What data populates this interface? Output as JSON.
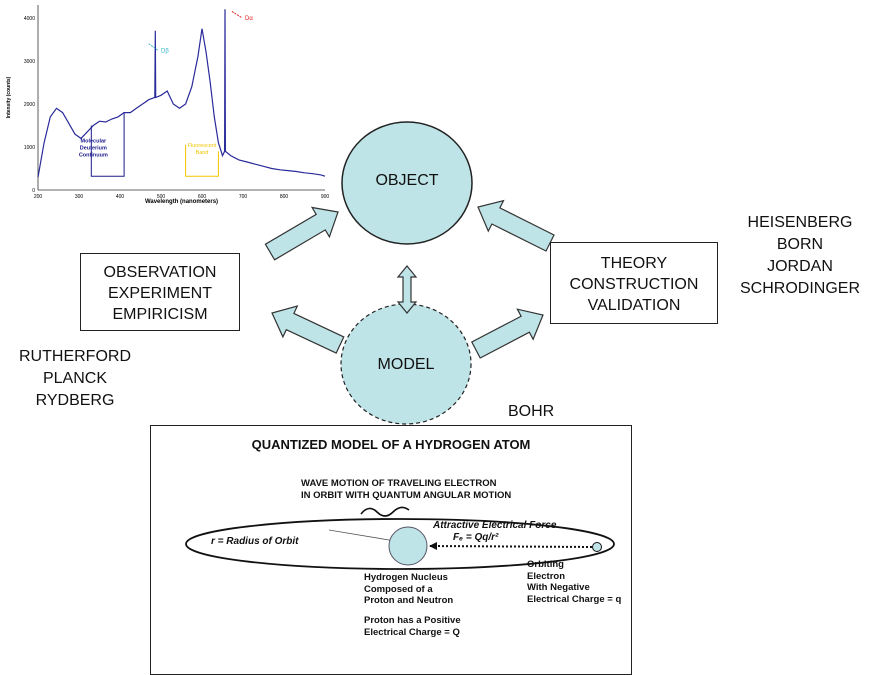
{
  "spectrum": {
    "chart_data": {
      "type": "line",
      "xlabel": "Wavelength (nanometers)",
      "ylabel": "Intensity (counts)",
      "xlim": [
        200,
        900
      ],
      "ylim": [
        0,
        4300
      ],
      "x_ticks": [
        "200",
        "300",
        "400",
        "500",
        "600",
        "700",
        "800",
        "900"
      ],
      "y_ticks": [
        "0",
        "1000",
        "2000",
        "3000",
        "4000"
      ],
      "series": [
        {
          "x": [
            200,
            215,
            230,
            245,
            260,
            275,
            290,
            305,
            320,
            335,
            350,
            365,
            380,
            395,
            410,
            425,
            440,
            455,
            470,
            485,
            486,
            487,
            500,
            515,
            530,
            545,
            560,
            575,
            590,
            600,
            610,
            620,
            630,
            640,
            650,
            655,
            656,
            657,
            670,
            690,
            710,
            730,
            750,
            770,
            790,
            810,
            830,
            850,
            870,
            890,
            900
          ],
          "y": [
            300,
            1100,
            1700,
            1900,
            1800,
            1550,
            1300,
            1200,
            1350,
            1500,
            1600,
            1580,
            1650,
            1700,
            1800,
            1800,
            1900,
            2000,
            2100,
            2150,
            3700,
            2150,
            2200,
            2300,
            2000,
            1900,
            2000,
            2400,
            3100,
            3750,
            3200,
            2500,
            1700,
            1100,
            800,
            900,
            4200,
            900,
            800,
            700,
            650,
            600,
            550,
            500,
            470,
            450,
            430,
            400,
            380,
            350,
            320
          ]
        }
      ],
      "annotations": [
        {
          "text": "Molecular Deuterium Continuum",
          "x": 400
        },
        {
          "text": "Fluorescent Band",
          "x": 620
        },
        {
          "text": "Dβ",
          "x": 486
        },
        {
          "text": "Dα",
          "x": 656
        }
      ],
      "ann_colors": {
        "continuum": "#1a1a8c",
        "fluorescent": "#f2c400",
        "dbeta": "#3bb7c9",
        "dalpha": "#e02020"
      },
      "line_color": "#2a2a9a"
    }
  },
  "diagram": {
    "object_label": "OBJECT",
    "model_label": "MODEL",
    "bubble_fill": "#bfe4e8",
    "left_box": [
      "OBSERVATION",
      "EXPERIMENT",
      "EMPIRICISM"
    ],
    "right_box": [
      "THEORY",
      "CONSTRUCTION",
      "VALIDATION"
    ],
    "left_names": [
      "RUTHERFORD",
      "PLANCK",
      "RYDBERG"
    ],
    "right_names": [
      "HEISENBERG",
      "BORN",
      "JORDAN",
      "SCHRODINGER"
    ],
    "bohr_label": "BOHR"
  },
  "atom": {
    "title": "QUANTIZED MODEL OF A  HYDROGEN ATOM",
    "wave_text": [
      "WAVE MOTION OF TRAVELING ELECTRON",
      "IN ORBIT WITH QUANTUM ANGULAR MOTION"
    ],
    "radius_label": "r = Radius of Orbit",
    "force_label": "Attractive Electrical Force",
    "force_formula": "Fₑ = Qq/r²",
    "nucleus_text": [
      "Hydrogen Nucleus",
      "Composed of a",
      "Proton and Neutron"
    ],
    "proton_text": [
      "Proton has a Positive",
      "Electrical Charge  = Q"
    ],
    "electron_text": [
      "Orbiting",
      "Electron",
      "With Negative",
      "Electrical Charge = q"
    ]
  }
}
